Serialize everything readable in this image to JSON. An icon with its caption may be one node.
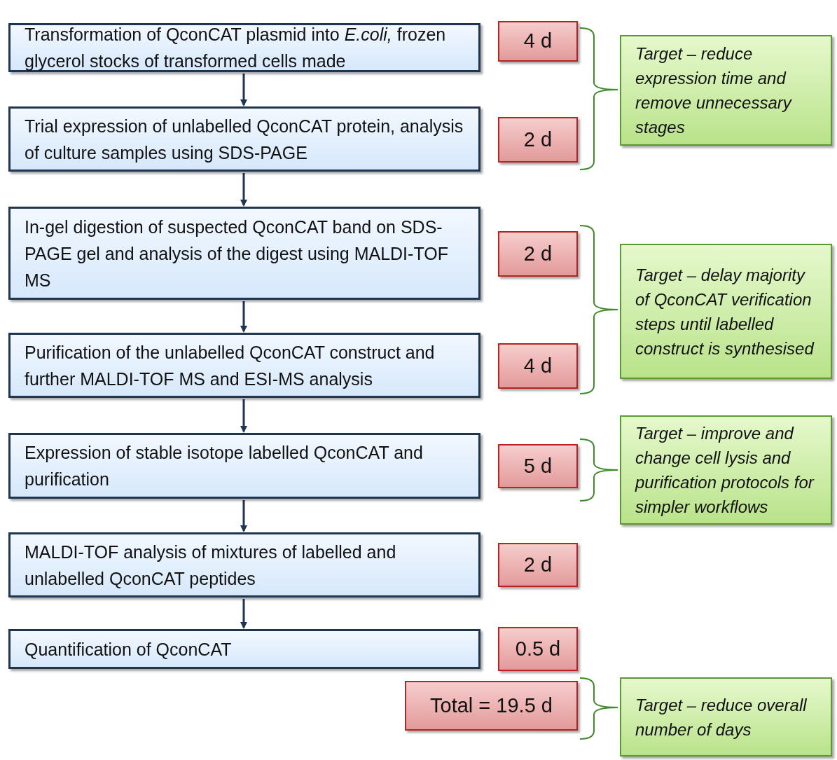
{
  "diagram": {
    "nodes": [
      {
        "text": [
          "Transformation of QconCAT plasmid into *E.coli,* frozen glycerol stocks of transformed cells made"
        ]
      },
      {
        "text": [
          "Trial expression of unlabelled QconCAT protein, analysis of culture samples using SDS-PAGE"
        ]
      },
      {
        "text": [
          "In-gel digestion of suspected QconCAT band on SDS-PAGE gel and analysis of the digest using MALDI-TOF MS"
        ]
      },
      {
        "text": [
          "Purification of the unlabelled QconCAT construct and further MALDI-TOF  MS and ESI-MS analysis"
        ]
      },
      {
        "text": [
          "Expression of stable isotope labelled QconCAT and purification"
        ]
      },
      {
        "text": [
          "MALDI-TOF analysis of mixtures of labelled and unlabelled QconCAT peptides"
        ]
      },
      {
        "text": [
          "Quantification of QconCAT"
        ]
      },
      {
        "text": [
          "4 d"
        ]
      },
      {
        "text": [
          "2 d"
        ]
      },
      {
        "text": [
          "2 d"
        ]
      },
      {
        "text": [
          "4 d"
        ]
      },
      {
        "text": [
          "5 d"
        ]
      },
      {
        "text": [
          "2 d"
        ]
      },
      {
        "text": [
          "0.5 d"
        ]
      },
      {
        "text": [
          "Total = 19.5 d"
        ]
      },
      {
        "text": [
          "Target – reduce expression time and remove unnecessary stages"
        ]
      },
      {
        "text": [
          "Target – delay majority of QconCAT verification steps until labelled construct is synthesised"
        ]
      },
      {
        "text": [
          "Target – improve and change cell lysis and purification protocols for simpler workflows"
        ]
      },
      {
        "text": [
          "Target – reduce overall number of days"
        ]
      }
    ],
    "edges": [
      {
        "from": 0,
        "to": 1,
        "arrow": "to"
      },
      {
        "from": 1,
        "to": 2,
        "arrow": "to"
      },
      {
        "from": 2,
        "to": 3,
        "arrow": "to"
      },
      {
        "from": 3,
        "to": 4,
        "arrow": "to"
      },
      {
        "from": 4,
        "to": 5,
        "arrow": "to"
      },
      {
        "from": 5,
        "to": 6,
        "arrow": "to"
      }
    ]
  }
}
